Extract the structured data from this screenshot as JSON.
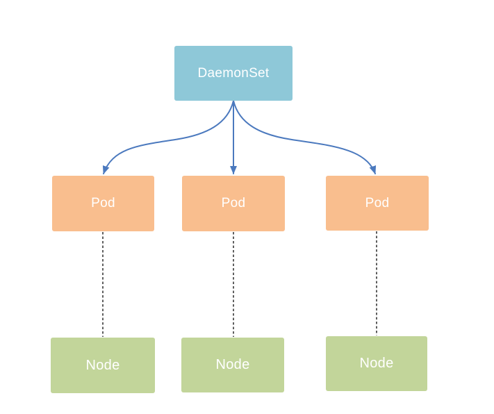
{
  "diagram": {
    "daemonset": {
      "label": "DaemonSet"
    },
    "pods": [
      {
        "label": "Pod"
      },
      {
        "label": "Pod"
      },
      {
        "label": "Pod"
      }
    ],
    "nodes": [
      {
        "label": "Node"
      },
      {
        "label": "Node"
      },
      {
        "label": "Node"
      }
    ],
    "colors": {
      "daemonset_fill": "#8EC8D8",
      "pod_fill": "#F9BE8E",
      "node_fill": "#C2D59A",
      "connector": "#4B79BE",
      "dashed_line": "#1A1A1A",
      "label_text": "#FFFFFF",
      "background": "#FFFFFF"
    }
  }
}
